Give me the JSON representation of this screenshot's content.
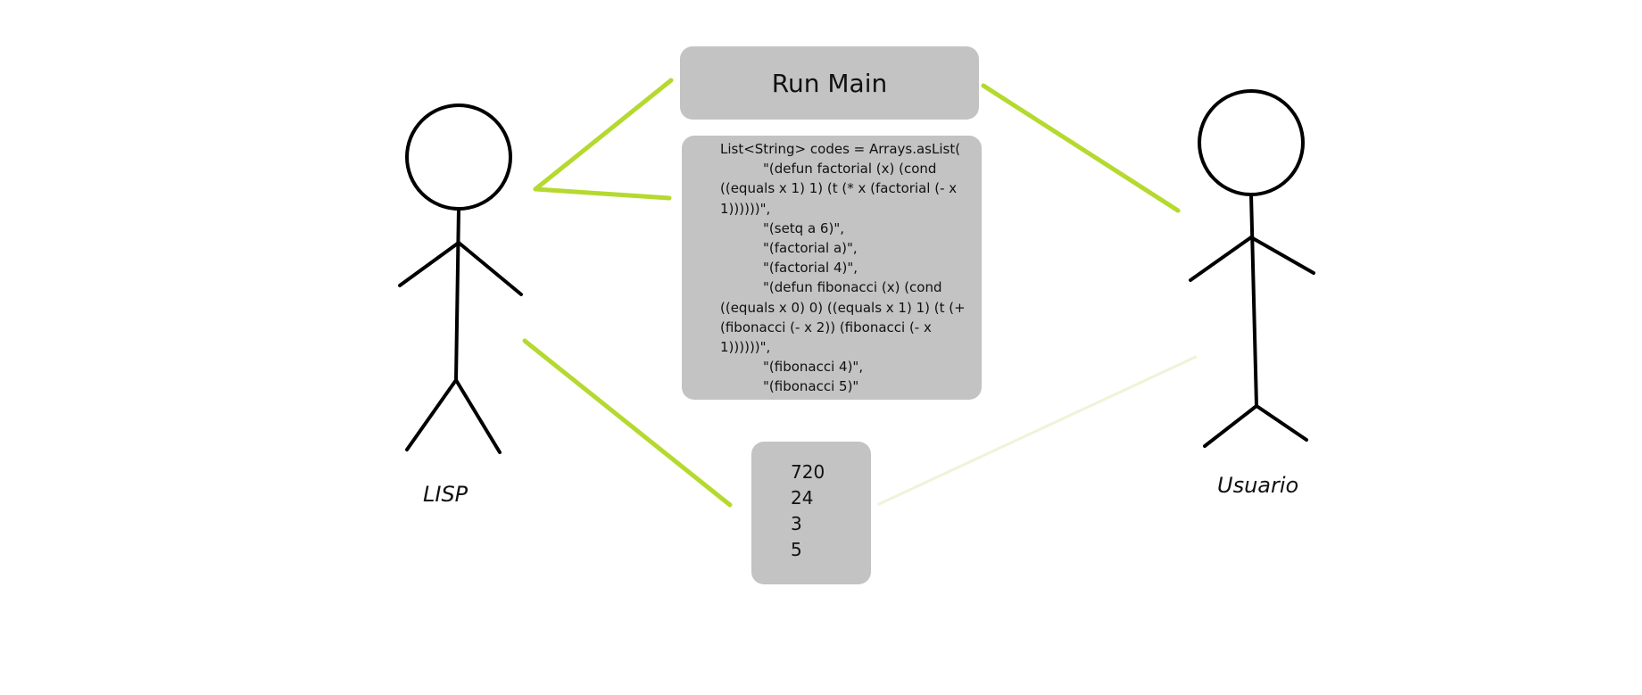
{
  "actors": {
    "left": {
      "name": "LISP",
      "icon": "stick-figure-icon"
    },
    "right": {
      "name": "Usuario",
      "icon": "stick-figure-icon"
    }
  },
  "run_main": {
    "label": "Run Main"
  },
  "code": {
    "header": "List<String> codes = Arrays.asList(",
    "lines": [
      "\"(defun factorial (x) (cond",
      "((equals x 1) 1) (t (* x (factorial (- x",
      "1))))))\",",
      "\"(setq a 6)\",",
      "\"(factorial a)\",",
      "\"(factorial 4)\",",
      "\"(defun fibonacci (x) (cond",
      "((equals x 0) 0) ((equals x 1) 1) (t (+",
      "(fibonacci (- x 2)) (fibonacci (- x",
      "1))))))\",",
      "\"(fibonacci 4)\",",
      "\"(fibonacci 5)\""
    ]
  },
  "output": {
    "values": [
      "720",
      "24",
      "3",
      "5"
    ]
  },
  "colors": {
    "connector": "#b5d92e",
    "box_fill": "#c3c3c3",
    "ink": "#000000"
  }
}
